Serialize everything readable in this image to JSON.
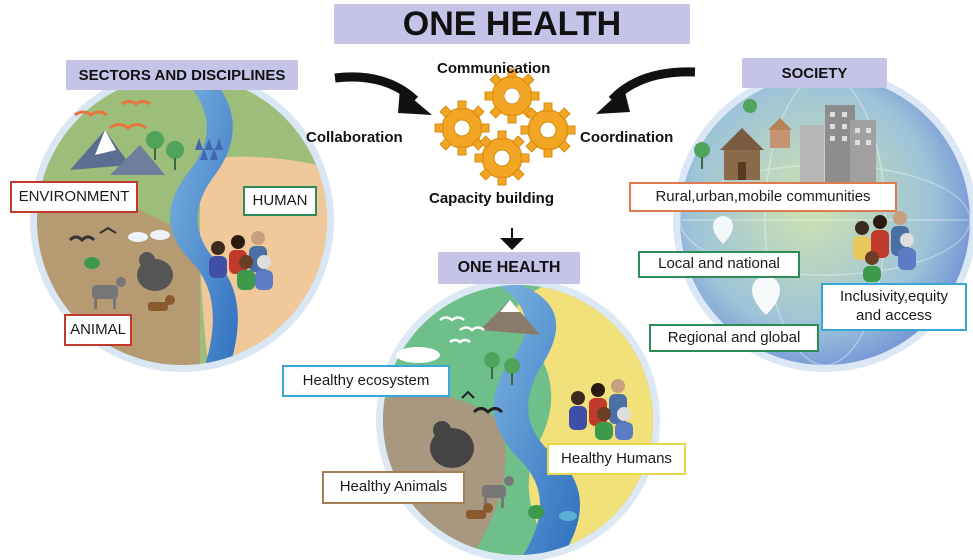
{
  "title": "ONE HEALTH",
  "left": {
    "heading": "SECTORS AND DISCIPLINES",
    "labels": {
      "environment": "ENVIRONMENT",
      "human": "HUMAN",
      "animal": "ANIMAL"
    }
  },
  "right": {
    "heading": "SOCIETY",
    "labels": {
      "communities": "Rural,urban,mobile communities",
      "local": "Local and national",
      "regional": "Regional and global",
      "inclusivity": "Inclusivity,equity and access"
    }
  },
  "center": {
    "communication": "Communication",
    "collaboration": "Collaboration",
    "coordination": "Coordination",
    "capacity": "Capacity building"
  },
  "bottom": {
    "heading": "ONE HEALTH",
    "labels": {
      "ecosystem": "Healthy ecosystem",
      "humans": "Healthy Humans",
      "animals": "Healthy Animals"
    }
  },
  "colors": {
    "banner": "#c5c3e8",
    "environment_border": "#c0392b",
    "human_border": "#2e8b57",
    "animal_border": "#c0392b",
    "communities_border": "#e07a4f",
    "local_border": "#2e8b57",
    "regional_border": "#2e8b57",
    "inclusivity_border": "#3aa6d8",
    "ecosystem_border": "#3aa6d8",
    "humans_border": "#e8d84a",
    "animals_border": "#a67c52",
    "gear": "#f2a623"
  }
}
